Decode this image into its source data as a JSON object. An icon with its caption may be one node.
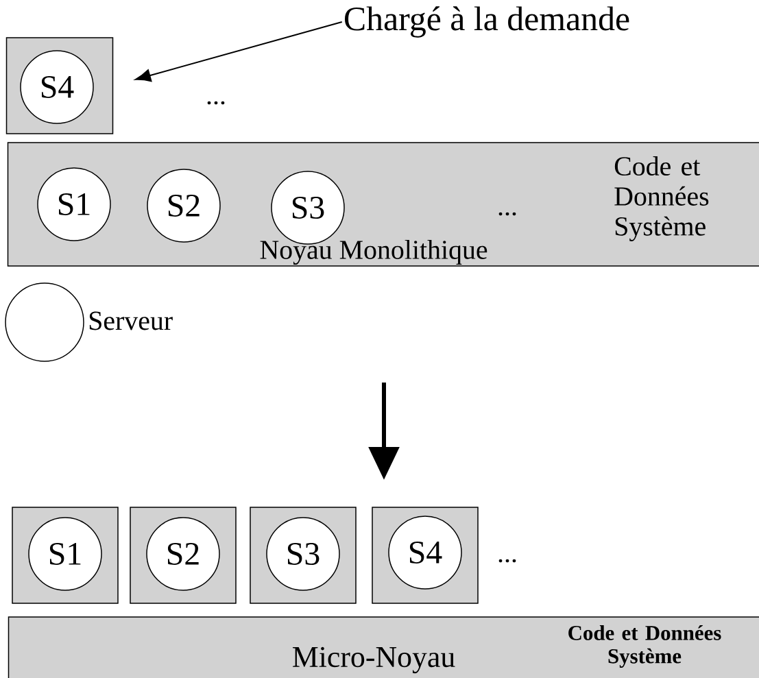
{
  "diagram": {
    "nodes": [
      {
        "text": [],
        "shape": "box"
      },
      {
        "text": [
          "S4"
        ],
        "in": 0
      },
      {
        "text": [
          "Chargé à la demande"
        ]
      },
      {
        "text": [
          "Noyau Monolithique",
          "Code et Données Système"
        ]
      },
      {
        "text": [
          "S1"
        ],
        "in": 3
      },
      {
        "text": [
          "S2"
        ],
        "in": 3
      },
      {
        "text": [
          "S3"
        ],
        "in": 3
      },
      {
        "text": [],
        "shape": "circle",
        "beside": [
          "Serveur"
        ]
      },
      {
        "text": [],
        "shape": "box"
      },
      {
        "text": [
          "S1"
        ],
        "in": 8
      },
      {
        "text": [],
        "shape": "box"
      },
      {
        "text": [
          "S2"
        ],
        "in": 10
      },
      {
        "text": [],
        "shape": "box"
      },
      {
        "text": [
          "S3"
        ],
        "in": 12
      },
      {
        "text": [],
        "shape": "box"
      },
      {
        "text": [
          "S4"
        ],
        "in": 14
      },
      {
        "text": [
          "Micro-Noyau",
          "Code et Données Système"
        ]
      }
    ],
    "edges": [
      {
        "from": 2,
        "to": 0,
        "arrow": "to"
      }
    ],
    "labels": [
      "...",
      "...",
      "..."
    ]
  }
}
